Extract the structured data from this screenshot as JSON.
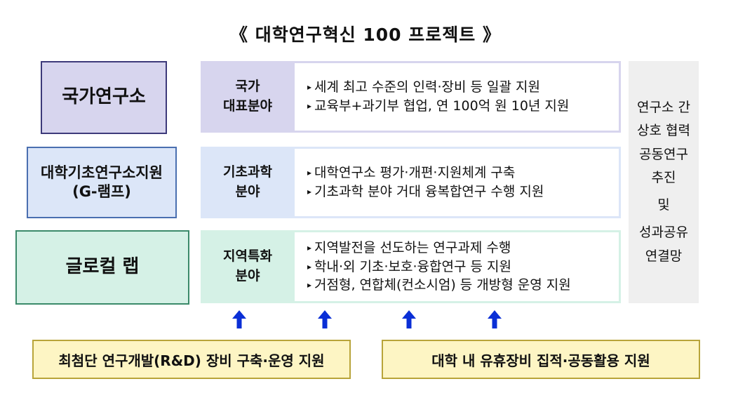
{
  "title": "《 대학연구혁신 100 프로젝트 》",
  "tiers": [
    {
      "name": "국가연구소",
      "subname": "",
      "field": [
        "국가",
        "대표분야"
      ],
      "items": [
        "세계 최고 수준의 인력·장비 등 일괄 지원",
        "교육부+과기부 협업, 연 100억 원 10년 지원"
      ]
    },
    {
      "name": "대학기초연구소지원",
      "subname": "(G-램프)",
      "field": [
        "기초과학",
        "분야"
      ],
      "items": [
        "대학연구소 평가·개편·지원체계 구축",
        "기초과학 분야 거대 융복합연구 수행 지원"
      ]
    },
    {
      "name": "글로컬 랩",
      "subname": "",
      "field": [
        "지역특화",
        "분야"
      ],
      "items": [
        "지역발전을 선도하는 연구과제 수행",
        "학내·외 기초·보호·융합연구 등 지원",
        "거점형, 연합체(컨소시엄) 등 개방형 운영 지원"
      ]
    }
  ],
  "cooperation": {
    "lines_top": [
      "연구소 간",
      "상호 협력",
      "공동연구",
      "추진"
    ],
    "connector": "및",
    "lines_bottom": [
      "성과공유",
      "연결망"
    ]
  },
  "support": [
    "최첨단 연구개발(R&D) 장비 구축·운영 지원",
    "대학 내 유휴장비 집적·공동활용 지원"
  ],
  "colors": {
    "tier1_fill": "#d7d5ee",
    "tier2_fill": "#dce6f8",
    "tier3_fill": "#d5f1e6",
    "arrow": "#0a2fd6",
    "support_fill": "#fdf5c4"
  }
}
